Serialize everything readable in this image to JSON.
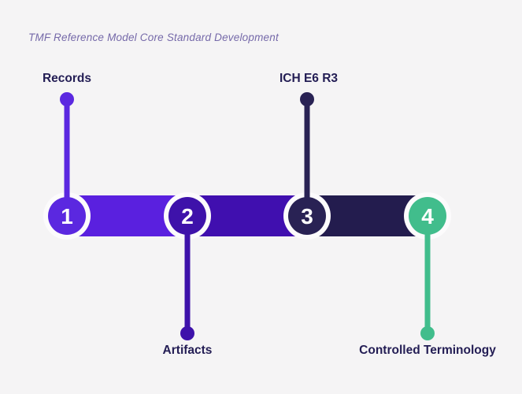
{
  "title": "TMF Reference Model Core Standard Development",
  "steps": [
    {
      "number": "1",
      "label": "Records",
      "label_position": "top",
      "color": "#5B28E0"
    },
    {
      "number": "2",
      "label": "Artifacts",
      "label_position": "bottom",
      "color": "#3E12AA"
    },
    {
      "number": "3",
      "label": "ICH E6 R3",
      "label_position": "top",
      "color": "#292254"
    },
    {
      "number": "4",
      "label": "Controlled Terminology",
      "label_position": "bottom",
      "color": "#41BD8C"
    }
  ],
  "colors": {
    "background": "#F5F4F5",
    "step1": "#5B28E0",
    "step2": "#3E12AA",
    "step3": "#292254",
    "step4": "#41BD8C",
    "bar1": "#5A20DF",
    "bar2": "#400FAF",
    "bar3": "#231C4E",
    "ring": "#FCFBFC",
    "number_text": "#FFFFFF",
    "label_text": "#231D54",
    "title_text": "#7569A9"
  }
}
